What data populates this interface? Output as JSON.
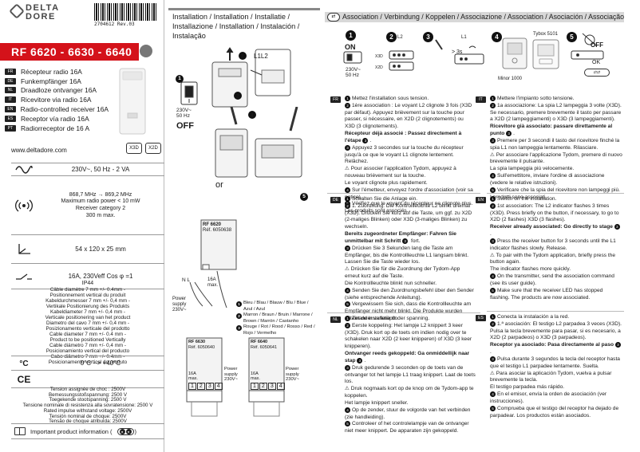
{
  "brand": {
    "line1": "DELTA",
    "line2": "DORE"
  },
  "barcode_text": "2704612 Rev.03",
  "product_banner": "RF 6620 - 6630 - 6640",
  "languages": [
    {
      "code": "FR",
      "label": "Récepteur radio 16A"
    },
    {
      "code": "DE",
      "label": "Funkempfänger 16A"
    },
    {
      "code": "NL",
      "label": "Draadloze ontvanger 16A"
    },
    {
      "code": "IT",
      "label": "Ricevitore via radio 16A"
    },
    {
      "code": "EN",
      "label": "Radio-controlled receiver 16A"
    },
    {
      "code": "ES",
      "label": "Receptor vía radio 16A"
    },
    {
      "code": "PT",
      "label": "Radiorreceptor de 16 A"
    }
  ],
  "website": "www.deltadore.com",
  "badges": [
    "X3D",
    "X2D"
  ],
  "specs": {
    "power": "230V~, 50 Hz - 2 VA",
    "radio": [
      "868,7 MHz → 869,2 MHz",
      "Maximum radio power < 10 mW",
      "Receiver category 2",
      "300 m max."
    ],
    "dimensions": "54 x 120 x 25 mm",
    "output": "16A, 230Veff Cos φ =1",
    "cable_ip": "IP44",
    "cable_lines": [
      "Câble diamètre 7 mm +/- 0.4mm -",
      "Positionnement vertical du produit",
      "Kabeldurchmesser 7 mm +/- 0,4 mm -",
      "Vertikale Positionierung des Produkts",
      "Kabeldiameter 7 mm +/- 0,4 mm -",
      "Verticale positionering van het product",
      "Diametro del cavo 7 mm +/- 0,4 mm -",
      "Posizionamento verticale del prodotto",
      "Cable diameter 7 mm +/- 0.4 mm -",
      "Product to be positioned Vertically",
      "Cable diámetro 7 mm +/- 0,4 mm -",
      "Posicionamiento vertical del producto",
      "Cabo diâmetro 7 mm +/- 0.4mm -",
      "Posicionamento vertical do produto"
    ],
    "temperature_symbol": "°C",
    "temperature": "0°C --> +40°C",
    "ce": "CE",
    "surge_lines": [
      "Tension assignée de choc : 2500V",
      "Bemessungsstoßspannung: 2500 V",
      "Toegekende stootspanning: 2500 V",
      "Tensione nominale di resistenza alla sovratensione: 2500 V",
      "Rated impulse withstand voltage: 2500V",
      "Tensión nominal de choque: 2500V",
      "Tensão de choque atribuída: 2500V"
    ],
    "important": "Important product information (",
    "important_end": ")"
  },
  "installation": {
    "title_lines": [
      "Installation / Installation / Installatie /",
      "Installazione / Installation / Instalación /",
      "Instalação"
    ],
    "step1_voltage": [
      "230V~",
      "50 Hz"
    ],
    "off_label": "OFF",
    "connector_label": "L1L2",
    "or_label": "or",
    "ref_6620": [
      "RF 6620",
      "Réf. 6050638"
    ],
    "ref_6630": [
      "RF 6630",
      "Réf. 6050640"
    ],
    "ref_6640": [
      "RF 6640",
      "Réf. 6050641"
    ],
    "max_label": [
      "16A",
      "max."
    ],
    "power_supply": [
      "Power",
      "supply",
      "230V~"
    ],
    "terminals": [
      "1",
      "2",
      "3",
      "4"
    ],
    "nl_label": "N L",
    "wires": [
      "Bleu / Blau / Blauw / Blu / Blue / Azul / Azul",
      "Marron / Braun / Bruin / Marrone / Brown / Marrón / Castanho",
      "Rouge / Rot / Rood / Rosso / Red / Rojo / Vermelho"
    ]
  },
  "association": {
    "title": "Association / Verbindung / Koppelen / Associazione / Association / Asociación / Associação",
    "on_label": "ON",
    "voltage": [
      "230V~",
      "50 Hz"
    ],
    "timer": "> 3s",
    "l1": "L1",
    "l2": "L2",
    "tybox": "Tybox 5101",
    "minor": "Minor 1000",
    "off": "OFF",
    "ok": "OK",
    "x3d": "X3D",
    "x2d": "X2D",
    "fr": [
      "Mettez l'installation sous tension.",
      "1ère association : Le voyant L2 clignote 3 fois (X3D par défaut). Appuyez brièvement sur la touche pour passer, si nécessaire, en X2D (2 clignotements) ou X3D (3 clignotements).",
      "Récepteur déjà associé : Passez directement à l'étape",
      "Appuyez 3 secondes sur la touche du récepteur jusqu'à ce que le voyant L1 clignote lentement. Relâchez.",
      "Pour associer l'application Tydom, appuyez à nouveau brièvement sur la touche.",
      "Le voyant clignote plus rapidement.",
      "Sur l'émetteur, envoyez l'ordre d'association (voir sa notice).",
      "Vérifiez que le voyant du récepteur ne clignote plus. Les produits sont associés."
    ],
    "de": [
      "Schalten Sie die Anlage ein.",
      "1. Zuordnung: Die Kontrollleuchte L2 blinkt dreimal (X3D). Drücken Sie kurz auf die Taste, um ggf. zu X2D (2-maliges Blinken) oder X3D (3-maliges Blinken) zu wechseln.",
      "Bereits zugeordneter Empfänger: Fahren Sie unmittelbar mit Schritt",
      "fort.",
      "Drücken Sie 3 Sekunden lang die Taste am Empfänger, bis die Kontrollleuchte L1 langsam blinkt. Lassen Sie die Taste wieder los.",
      "Drücken Sie für die Zuordnung der Tydom-App erneut kurz auf die Taste.",
      "Die Kontrollleuchte blinkt nun schneller.",
      "Senden Sie den Zuordnungsbefehl über den Sender (siehe entsprechende Anleitung).",
      "Vergewissern Sie sich, dass die Kontrollleuchte am Empfänger nicht mehr blinkt. Die Produkte wurden miteinander verknüpft."
    ],
    "nl": [
      "Zet de installatie onder spanning.",
      "Eerste koppeling: Het lampje L2 knippert 3 keer (X3D). Druk kort op de toets om indien nodig over te schakelen naar X2D (2 keer knipperen) of X3D (3 keer knipperen).",
      "Ontvanger reeds gekoppeld: Ga onmiddellijk naar stap",
      "Druk gedurende 3 seconden op de toets van de ontvanger tot het lampje L1 traag knippert. Laat de toets los.",
      "Druk nogmaals kort op de knop om de Tydom-app te koppelen.",
      "Het lampje knippert sneller.",
      "Op de zender, stuur de volgorde van het verbinden (zie handleiding).",
      "Controleer of het controlelampje van de ontvanger niet meer knippert. De apparaten zijn gekoppeld."
    ],
    "it": [
      "Mettere l'impianto sotto tensione.",
      "1a associazione: La spia L2 lampeggia 3 volte (X3D). Se necessario, premere brevemente il tasto per passare a X2D (2 lampeggiamenti) o X3D (3 lampeggiamenti).",
      "Ricevitore già associato: passare direttamente al punto",
      "Premere per 3 secondi il tasto del ricevitore finché la spia L1 non lampeggia lentamente. Rilasciare.",
      "Per associare l'applicazione Tydom, premere di nuovo brevemente il pulsante.",
      "La spia lampeggia più velocemente.",
      "Sull'emettitore, inviare l'ordine di associazione (vedere le relative istruzioni).",
      "Verificare che la spia del ricevitore non lampeggi più. I prodotti sono associati."
    ],
    "en": [
      "Switch on the installation.",
      "1st association: The L2 indicator flashes 3 times (X3D). Press briefly on the button, if necessary, to go to X2D (2 flashes) X3D (3 flashes).",
      "Receiver already associated: Go directly to stage",
      "Press the receiver button for 3 seconds until the L1 indicator flashes slowly. Release.",
      "To pair with the Tydom application, briefly press the button again.",
      "The indicator flashes more quickly.",
      "On the transmitter, send the association command (see its user guide).",
      "Make sure that the receiver LED has stopped flashing. The products are now associated."
    ],
    "es": [
      "Conecta la instalación a la red.",
      "1.ª asociación: El testigo L2 parpadea 3 veces (X3D). Pulsa la tecla brevemente para pasar, si es necesario, a X2D (2 parpadeos) o X3D (3 parpadeos).",
      "Receptor ya asociado: Pasa directamente al paso",
      "Pulsa durante 3 segundos la tecla del receptor hasta que el testigo L1 parpadee lentamente. Suelta.",
      "Para asociar la aplicación Tydom, vuelva a pulsar brevemente la tecla.",
      "El testigo parpadea más rápido.",
      "En el emisor, envía la orden de asociación (ver instrucciones).",
      "Comprueba que el testigo del receptor ha dejado de parpadear. Los productos están asociados."
    ]
  }
}
